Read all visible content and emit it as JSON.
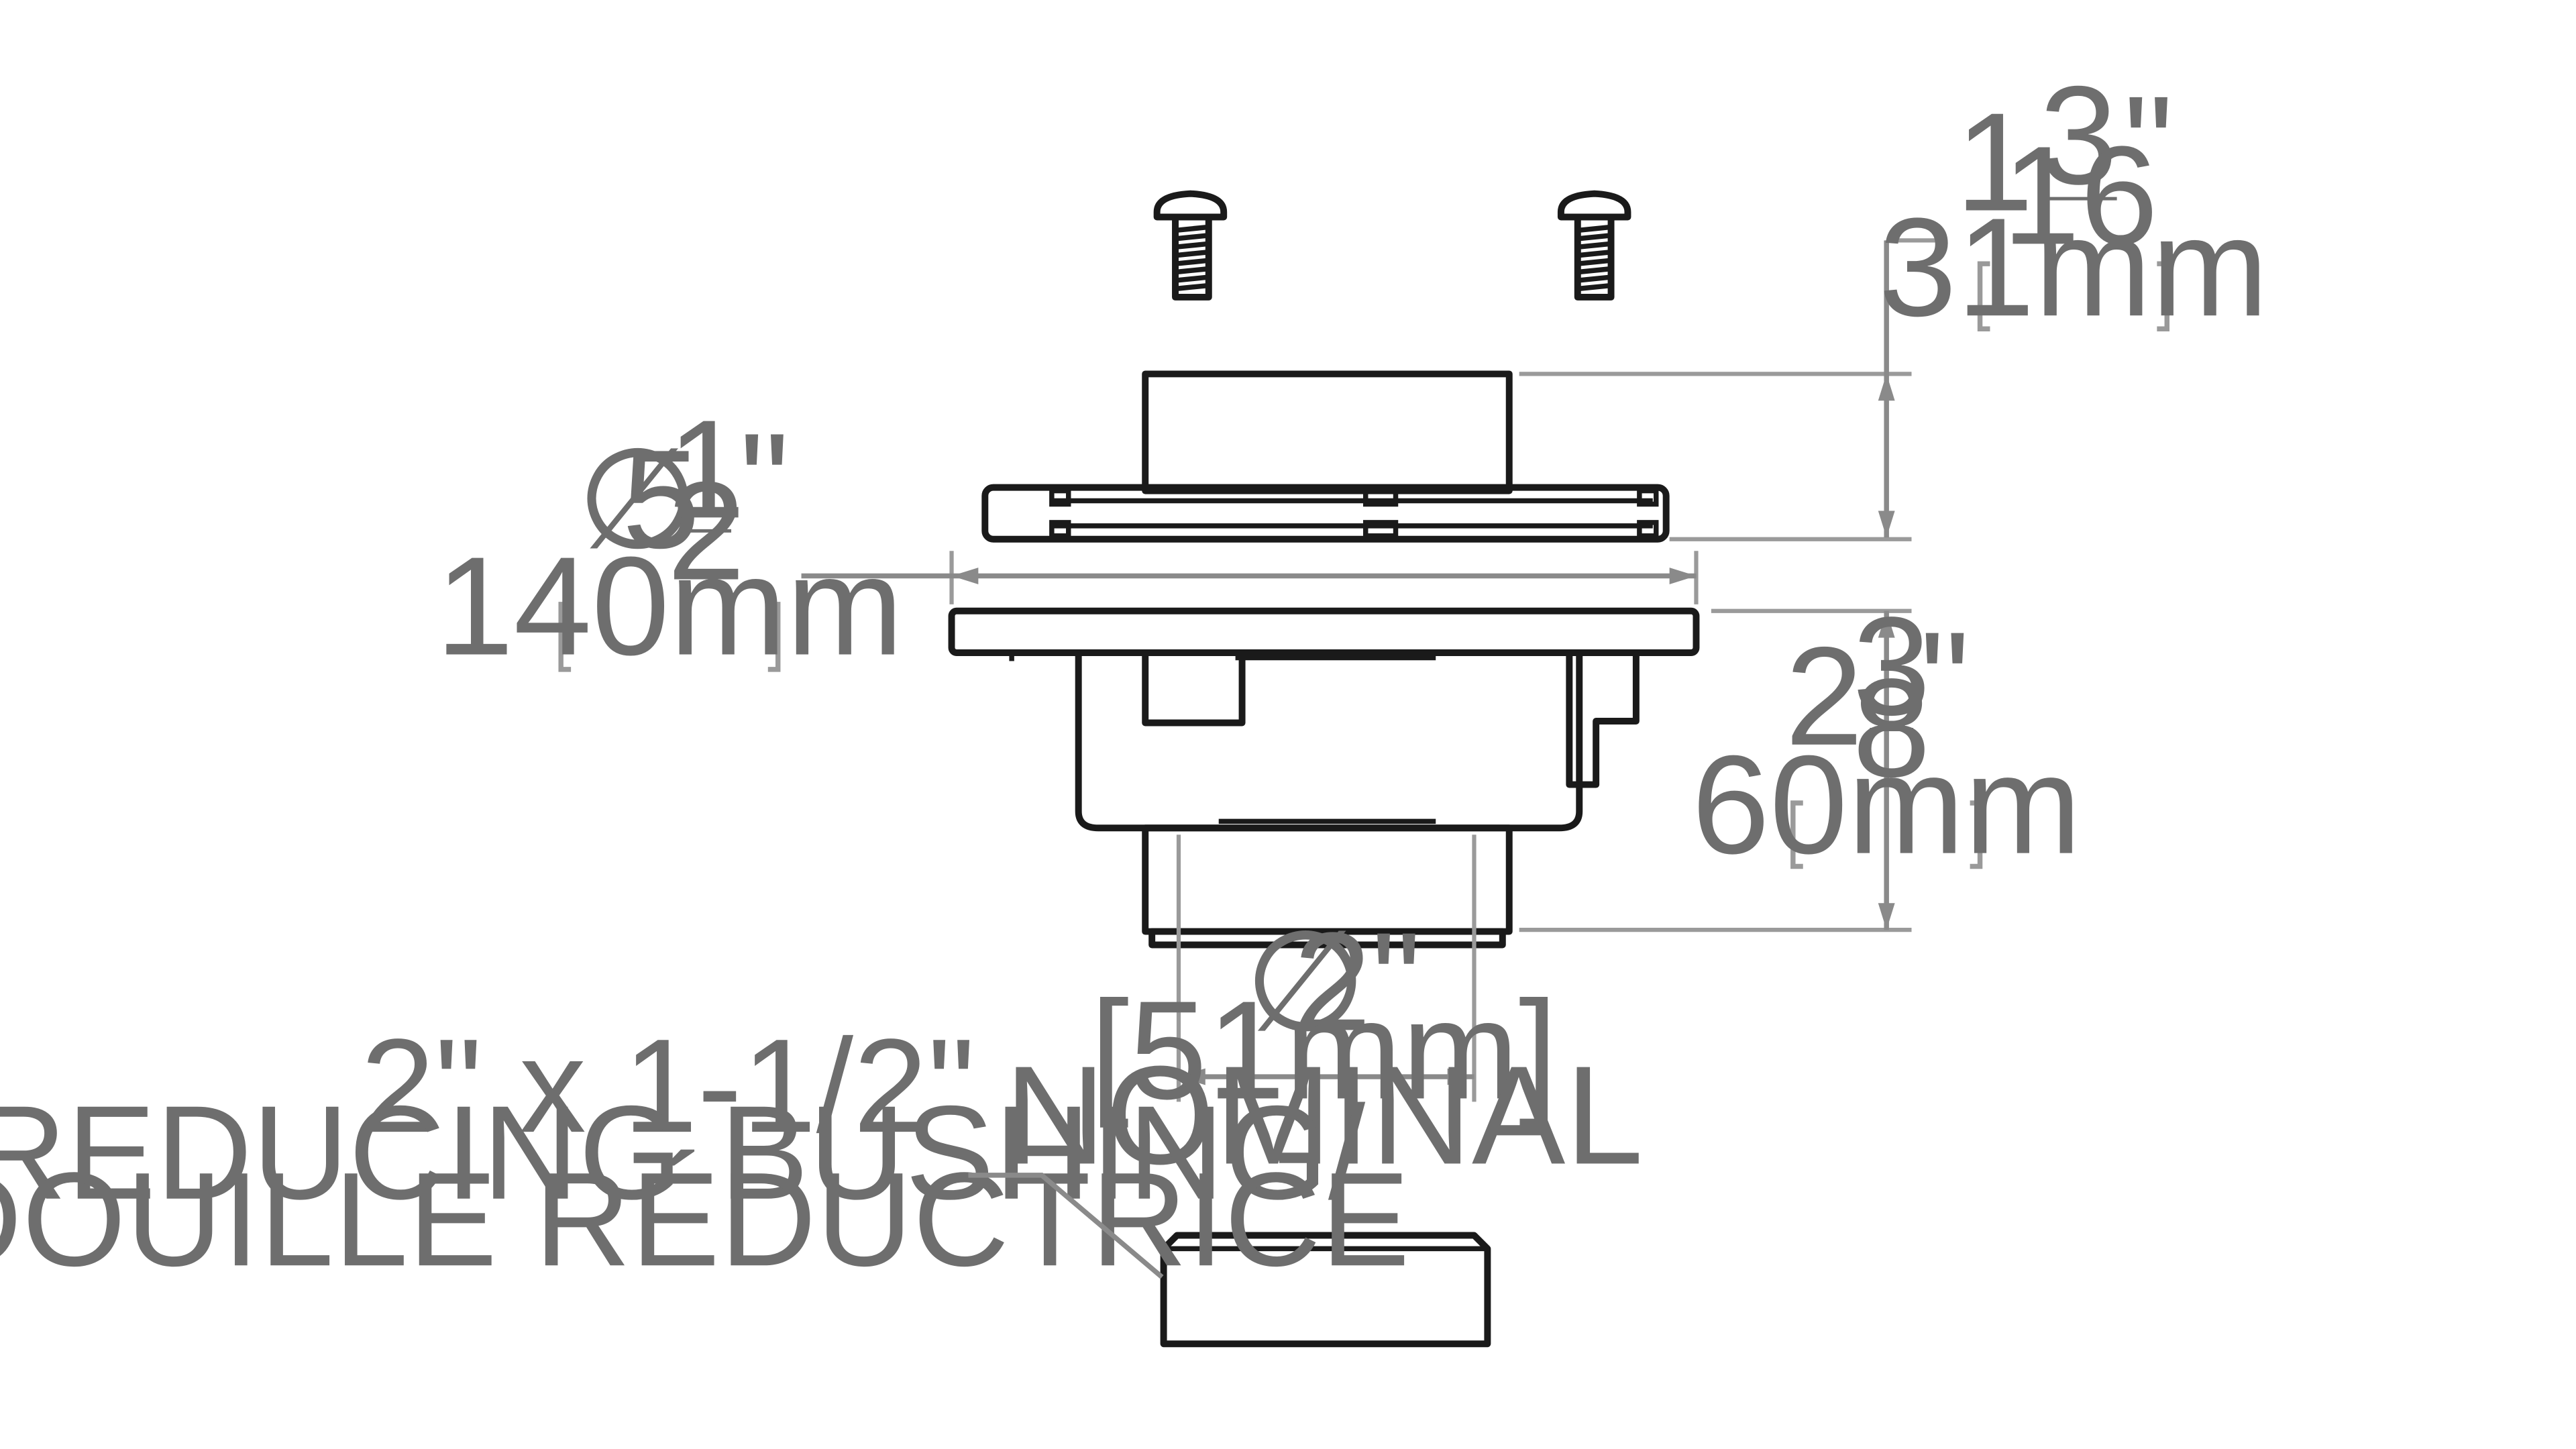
{
  "dimensions": {
    "top_height": {
      "whole": "1",
      "num": "3",
      "den": "16",
      "unit": "\"",
      "metric": "31mm"
    },
    "diameter_flange": {
      "symbol": "∅",
      "whole": "5",
      "num": "1",
      "den": "2",
      "unit": "\"",
      "metric": "140mm"
    },
    "body_height": {
      "whole": "2",
      "num": "3",
      "den": "8",
      "unit": "\"",
      "metric": "60mm"
    },
    "outlet": {
      "symbol": "∅",
      "value": "2\"",
      "metric": "[51mm]",
      "note": "NOMINAL"
    }
  },
  "bushing_callout": {
    "line1": "2\" x 1-1/2\"",
    "line2": "REDUCING BUSHING/",
    "line3": "DOUILLE RÉDUCTRICE"
  },
  "colors": {
    "outline": "#1a1a1a",
    "dimension": "#8a8a8a",
    "text": "#6e6e6e"
  }
}
